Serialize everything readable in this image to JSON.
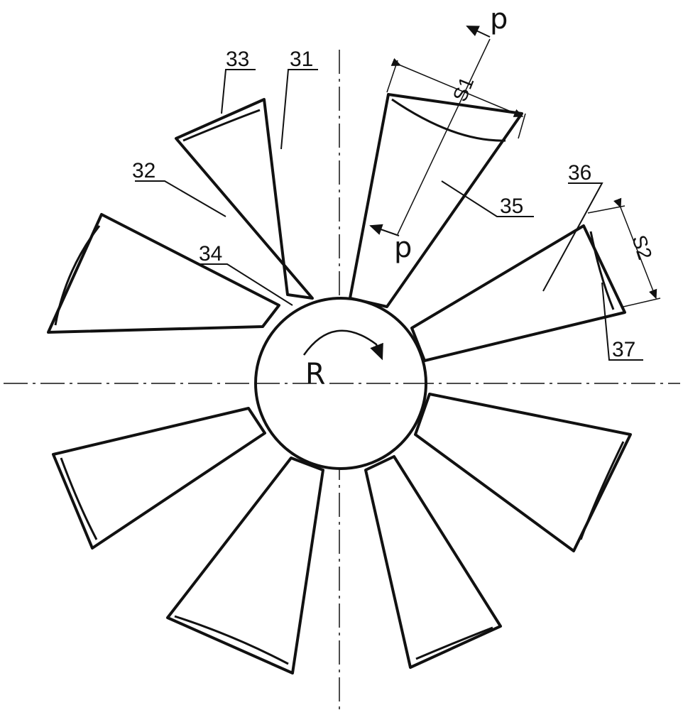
{
  "labels": {
    "part_33": "33",
    "part_31": "31",
    "part_32": "32",
    "part_34": "34",
    "part_35": "35",
    "part_36": "36",
    "part_37": "37",
    "dim_s1": "S1",
    "dim_s2": "S2",
    "section_p_top": "p",
    "section_p_bottom": "p",
    "rotation": "R"
  },
  "colors": {
    "line": "#111111",
    "background": "#ffffff"
  }
}
